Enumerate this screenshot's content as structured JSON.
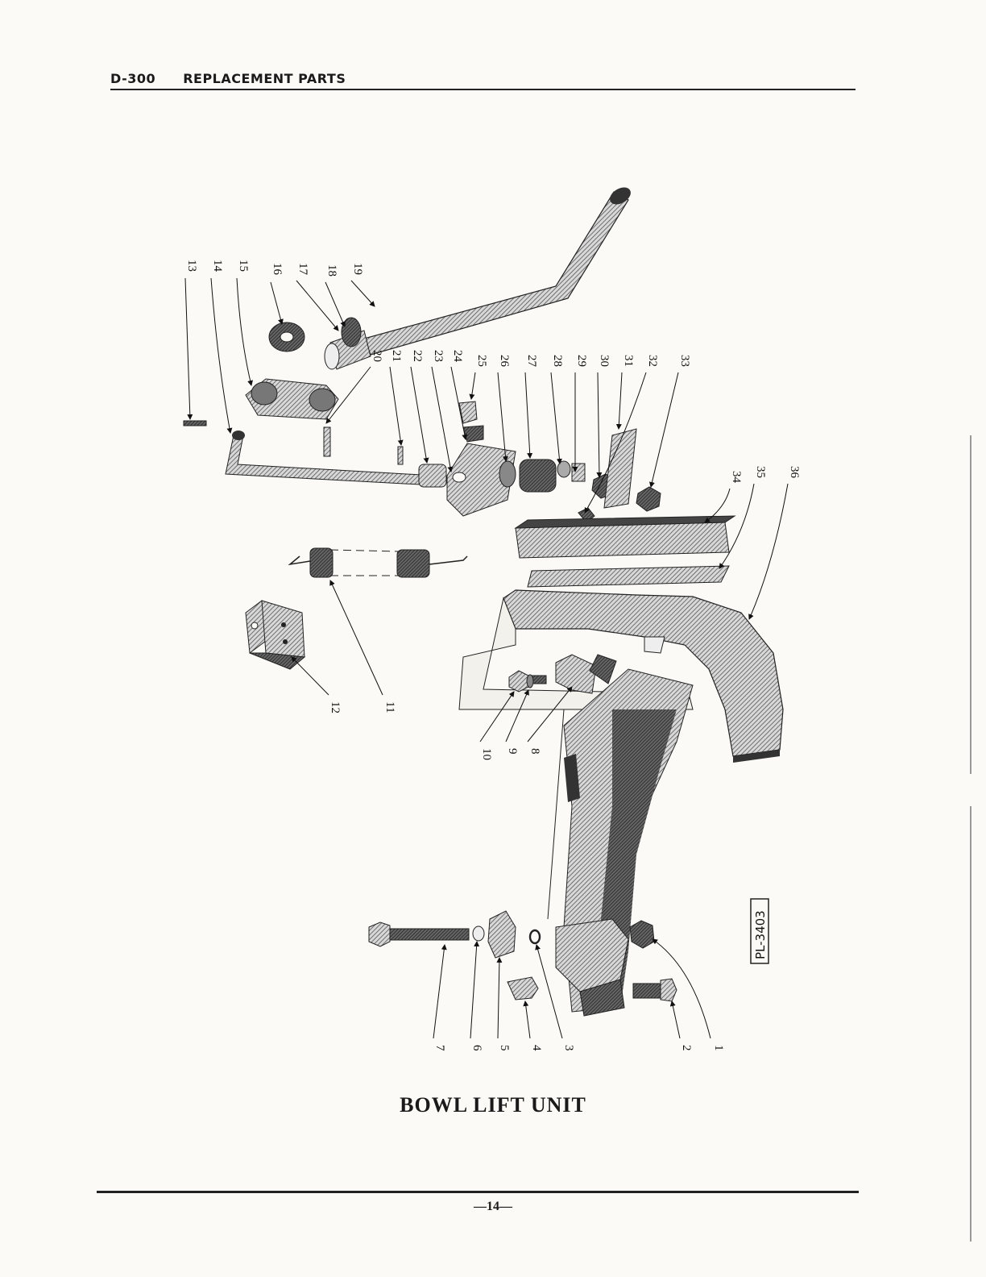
{
  "header": {
    "code": "D-300",
    "title": "REPLACEMENT PARTS"
  },
  "figure": {
    "title": "BOWL LIFT UNIT",
    "plate_number": "PL-3403",
    "callouts": [
      "1",
      "2",
      "3",
      "4",
      "5",
      "6",
      "7",
      "8",
      "9",
      "10",
      "11",
      "12",
      "13",
      "14",
      "15",
      "16",
      "17",
      "18",
      "19",
      "20",
      "21",
      "22",
      "23",
      "24",
      "25",
      "26",
      "27",
      "28",
      "29",
      "30",
      "31",
      "32",
      "33",
      "34",
      "35",
      "36"
    ]
  },
  "footer": {
    "page_number": "—14—"
  }
}
